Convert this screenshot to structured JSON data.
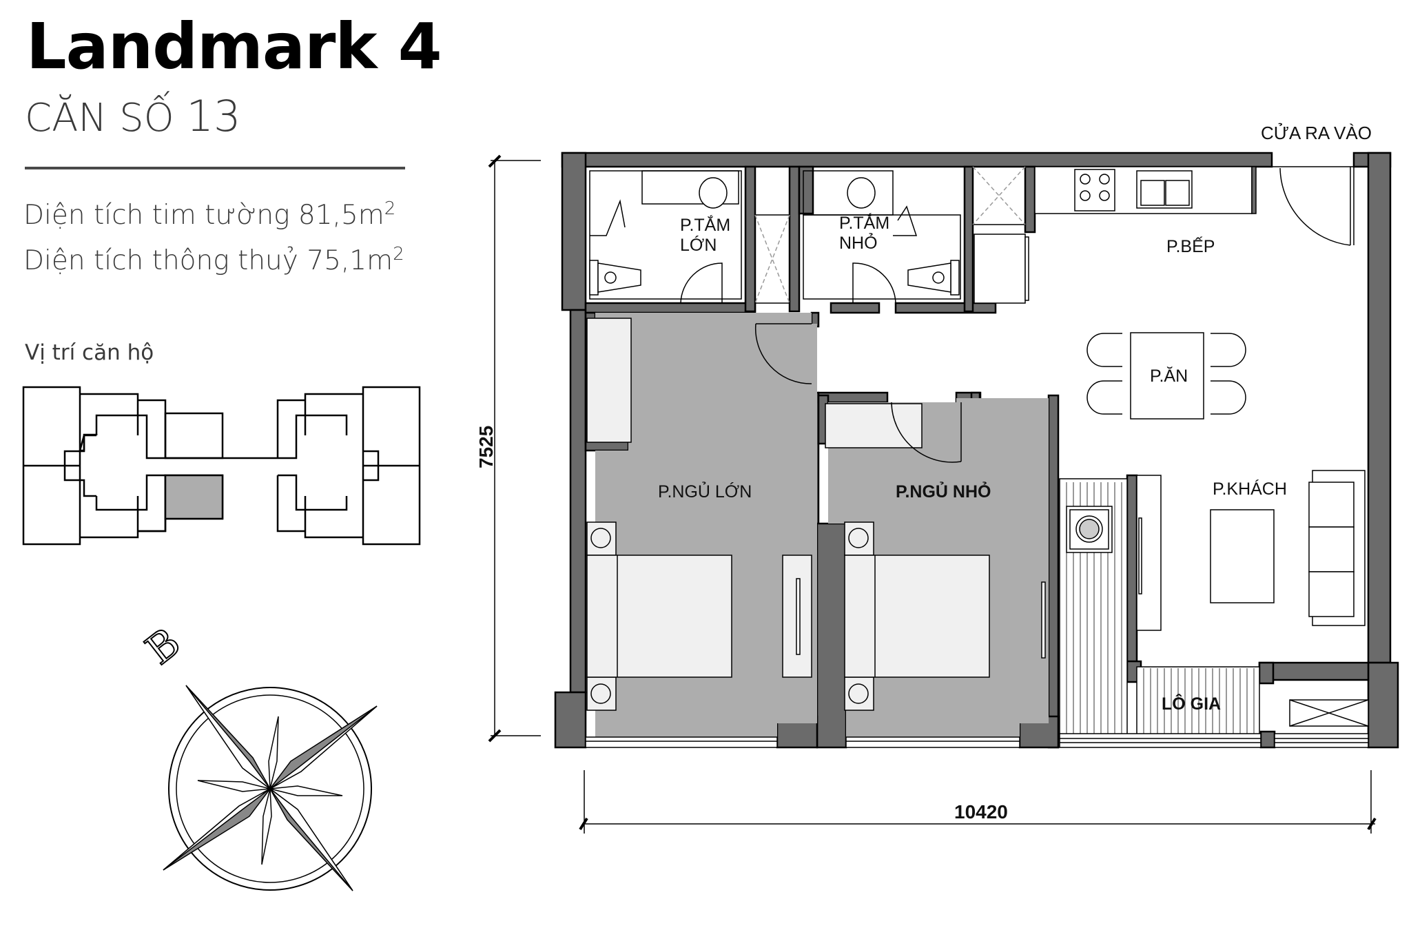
{
  "header": {
    "title": "Landmark 4",
    "unit_prefix": "CĂN SỐ",
    "unit_number": "13"
  },
  "areas": [
    {
      "label": "Diện tích tim tường",
      "value": "81,5m",
      "sup": "2"
    },
    {
      "label": "Diện tích thông thuỷ",
      "value": "75,1m",
      "sup": "2"
    }
  ],
  "location": {
    "label": "Vị trí căn hộ",
    "highlight_color": "#adadad"
  },
  "compass": {
    "north_letter": "B"
  },
  "plan": {
    "entrance_label": "CỬA RA VÀO",
    "rooms": {
      "bath_master_line1": "P.TẮM",
      "bath_master_line2": "LỚN",
      "bath_small_line1": "P.TẮM",
      "bath_small_line2": "NHỎ",
      "kitchen": "P.BẾP",
      "dining": "P.ĂN",
      "living": "P.KHÁCH",
      "bedroom_master": "P.NGỦ LỚN",
      "bedroom_small": "P.NGỦ NHỎ",
      "loggia": "LÔ GIA"
    },
    "dimensions": {
      "height": "7525",
      "width": "10420"
    },
    "colors": {
      "wall": "#6b6b6b",
      "bedroom_fill": "#adadad",
      "furniture_fill": "#f0f0f0",
      "line": "#000000"
    }
  }
}
